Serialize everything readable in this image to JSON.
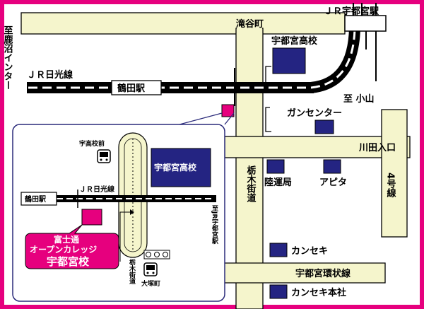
{
  "colors": {
    "border": "#e6007e",
    "road_fill": "#f5f5cc",
    "building": "#242482",
    "marker": "#e6007e",
    "inset_border": "#2a2a7a"
  },
  "main_map": {
    "station_jr_utsunomiya": "ＪＲ宇都宮駅",
    "takinoya": "滝谷町",
    "to_kanuma": "至鹿沼インター",
    "jr_nikko_line": "ＪＲ日光線",
    "tsuruta_station": "鶴田駅",
    "utsunomiya_high": "宇都宮高校",
    "to_oyama": "至 小山",
    "cancer_center": "ガンセンター",
    "kawata_iriguchi": "川田入口",
    "route4": "4号線",
    "tochigi_kaido": "栃木街道",
    "rikuunkyoku": "陸運局",
    "apita": "アピタ",
    "kanseki": "カンセキ",
    "kanjo_sen": "宇都宮環状線",
    "kanseki_honsha": "カンセキ本社"
  },
  "inset_map": {
    "utsunomiya_high_mae": "宇高校前",
    "utsunomiya_high": "宇都宮高校",
    "jr_nikko_line": "ＪＲ日光線",
    "tsuruta_station": "鶴田駅",
    "to_jr_utsunomiya": "至JR宇都宮駅",
    "tochigi_kaido": "栃木街道",
    "otsuka_cho": "大塚町",
    "school_name_line1": "富士通",
    "school_name_line2": "オープンカレッジ",
    "school_name_line3": "宇都宮校"
  }
}
